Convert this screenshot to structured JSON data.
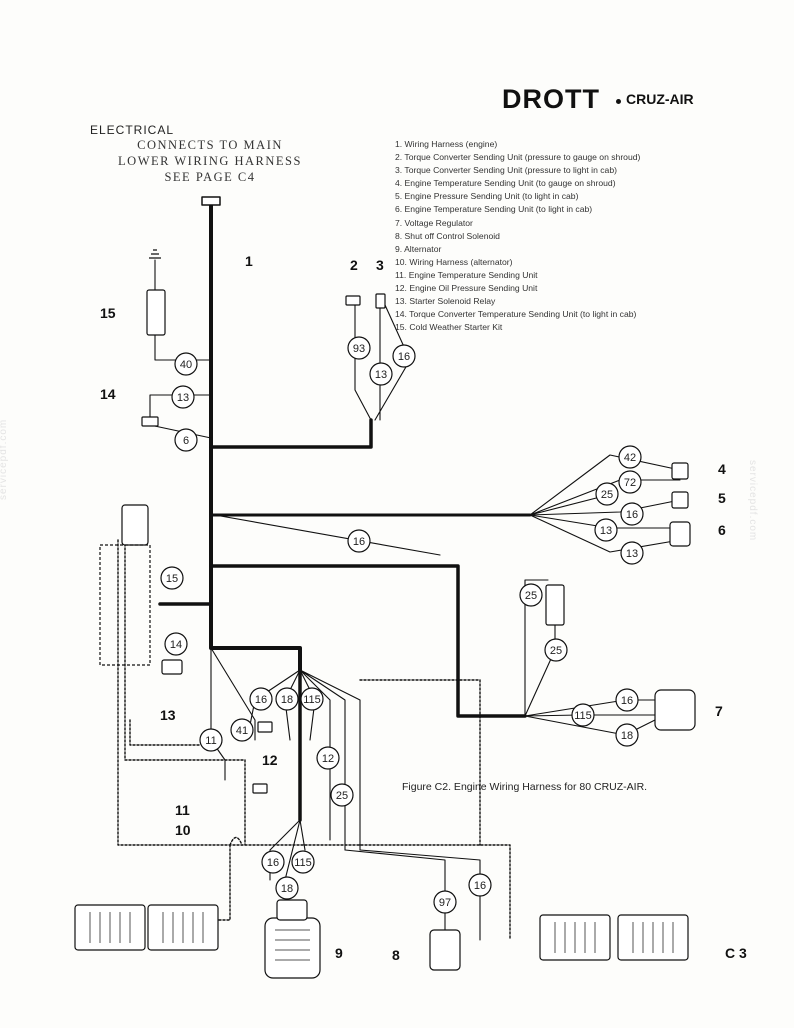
{
  "header": {
    "brand": "DROTT",
    "model": "CRUZ-AIR",
    "section": "ELECTRICAL"
  },
  "note": {
    "line1": "CONNECTS TO MAIN",
    "line2": "LOWER WIRING HARNESS",
    "line3": "SEE PAGE C4"
  },
  "legend": [
    "1. Wiring Harness (engine)",
    "2. Torque Converter Sending Unit (pressure to gauge on shroud)",
    "3. Torque Converter Sending Unit (pressure to light in cab)",
    "4. Engine Temperature Sending Unit (to gauge on shroud)",
    "5. Engine Pressure Sending Unit (to light in cab)",
    "6. Engine Temperature Sending Unit (to light in cab)",
    "7. Voltage Regulator",
    "8. Shut off Control Solenoid",
    "9. Alternator",
    "10. Wiring Harness (alternator)",
    "11. Engine Temperature Sending Unit",
    "12. Engine Oil Pressure Sending Unit",
    "13. Starter Solenoid Relay",
    "14. Torque Converter Temperature Sending Unit (to light in cab)",
    "15. Cold Weather Starter Kit"
  ],
  "caption": "Figure C2. Engine Wiring Harness for 80 CRUZ-AIR.",
  "watermark": "servicepdf.com",
  "callouts": [
    "1",
    "2",
    "3",
    "4",
    "5",
    "6",
    "7",
    "8",
    "9",
    "10",
    "11",
    "12",
    "13",
    "14",
    "15"
  ],
  "wire_numbers": [
    "40",
    "13",
    "6",
    "93",
    "13",
    "16",
    "42",
    "72",
    "25",
    "16",
    "13",
    "13",
    "16",
    "15",
    "14",
    "25",
    "25",
    "16",
    "115",
    "18",
    "16",
    "18",
    "115",
    "41",
    "11",
    "12",
    "25",
    "16",
    "115",
    "18",
    "97",
    "16"
  ],
  "page_ref": "C 3"
}
